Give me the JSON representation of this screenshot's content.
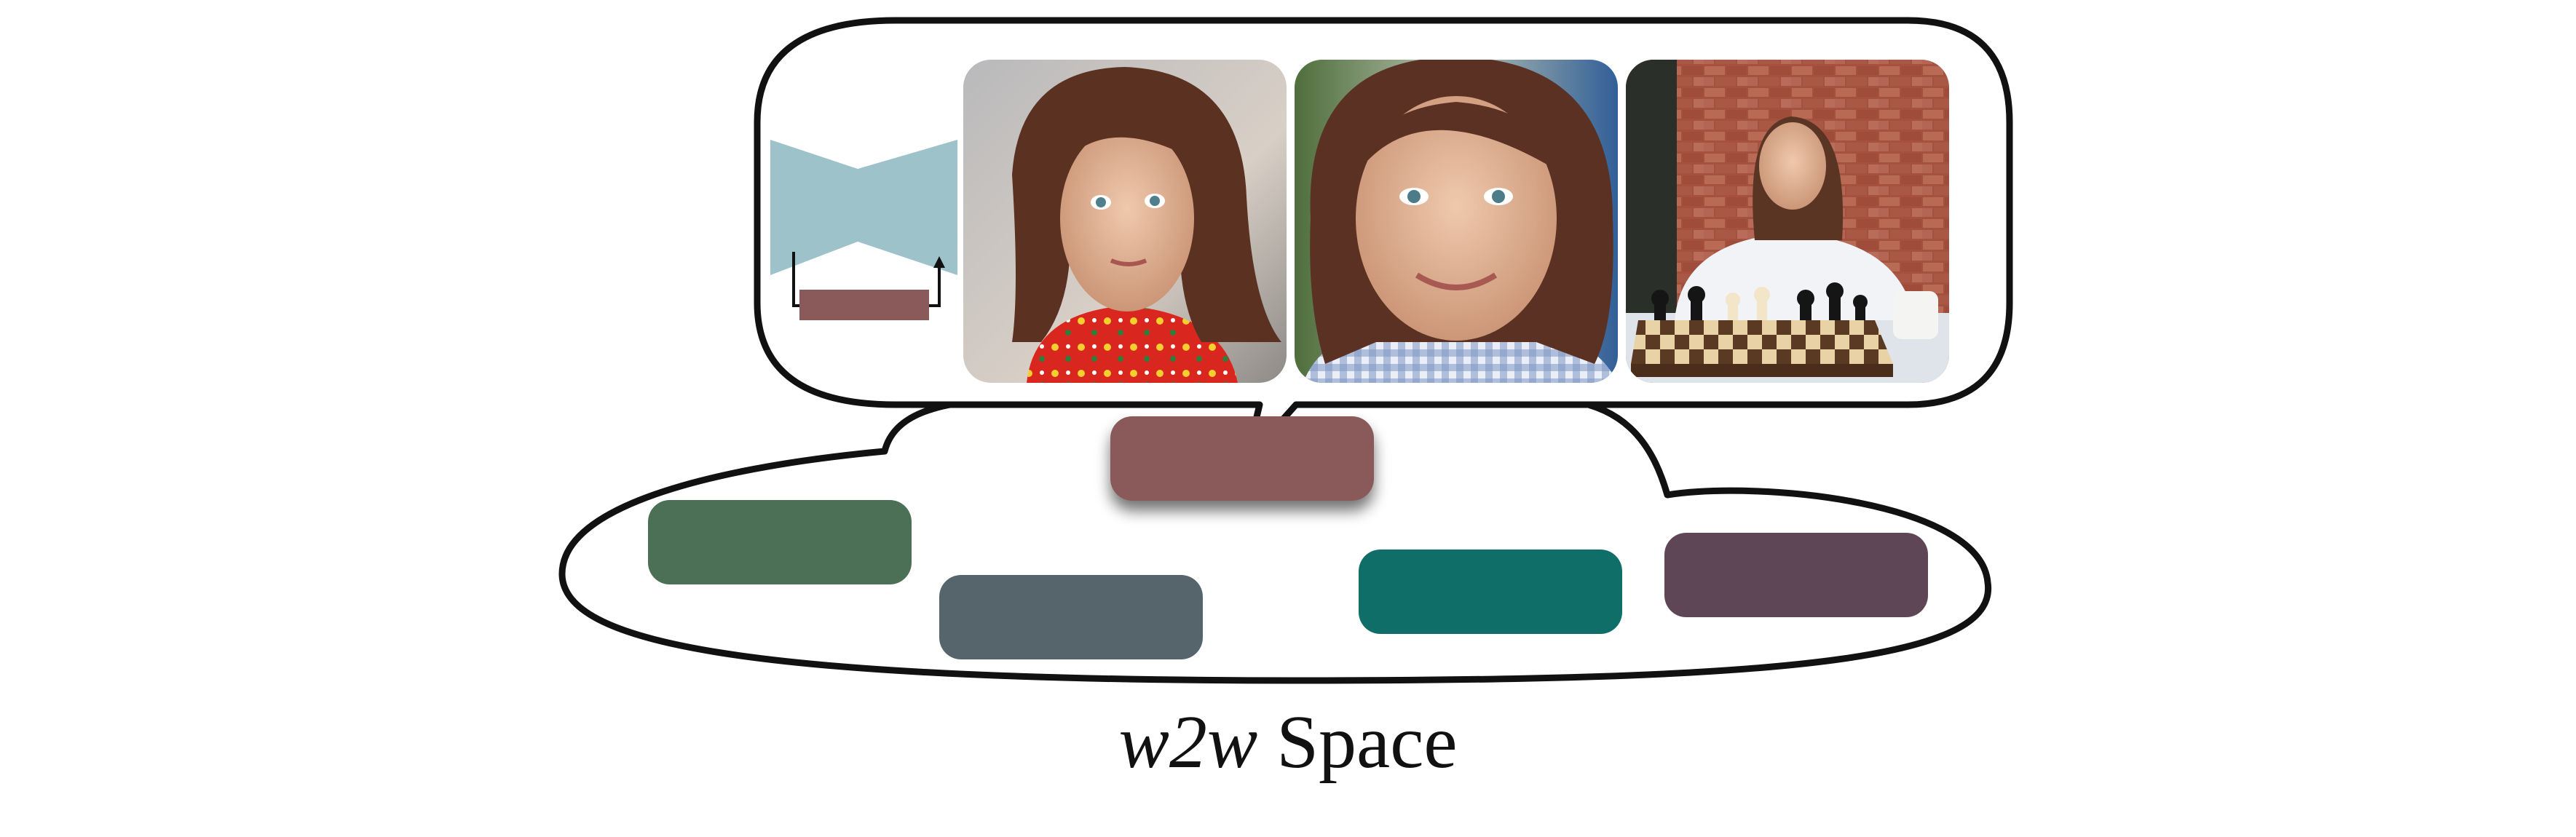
{
  "caption": {
    "italic_part": "w2w",
    "plain_part": " Space"
  },
  "colors": {
    "background": "#ffffff",
    "outline": "#111111",
    "network_shape": "#9ec2c9",
    "network_bar": "#8a5a5a",
    "selected_token": "#8a5a5a",
    "token_green": "#4b7055",
    "token_slate": "#55656b",
    "token_teal": "#0f6f68",
    "token_plum": "#5f4656"
  },
  "network_icon": "encoder-decoder-network-icon",
  "photos": [
    {
      "name": "portrait-photo-1",
      "description_icon": "portrait-closeup-photo"
    },
    {
      "name": "portrait-photo-2",
      "description_icon": "smiling-portrait-photo"
    },
    {
      "name": "chess-photo",
      "description_icon": "person-playing-chess-photo"
    }
  ]
}
